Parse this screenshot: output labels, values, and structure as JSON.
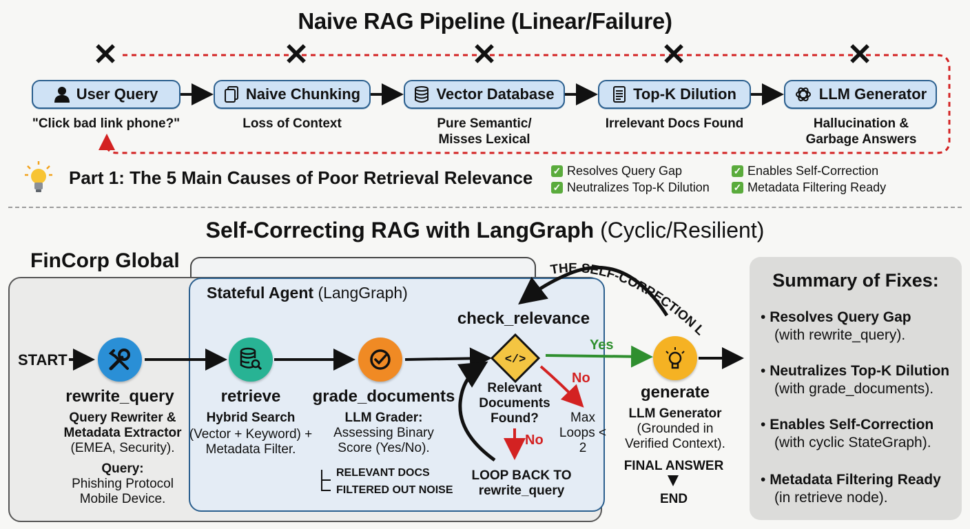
{
  "top": {
    "title": "Naive RAG Pipeline (Linear/Failure)",
    "stages": [
      {
        "label": "User Query",
        "icon": "person-icon",
        "caption": "\"Click bad link phone?\""
      },
      {
        "label": "Naive Chunking",
        "icon": "documents-icon",
        "caption": "Loss of Context"
      },
      {
        "label": "Vector Database",
        "icon": "database-icon",
        "caption": "Pure Semantic/ Misses Lexical"
      },
      {
        "label": "Top-K Dilution",
        "icon": "document-list-icon",
        "caption": "Irrelevant Docs Found"
      },
      {
        "label": "LLM Generator",
        "icon": "openai-knot-icon",
        "caption": "Hallucination & Garbage Answers"
      }
    ],
    "part1": "Part 1: The 5 Main Causes of Poor Retrieval Relevance",
    "checks": [
      "Resolves Query Gap",
      "Neutralizes Top-K Dilution",
      "Enables Self-Correction",
      "Metadata Filtering Ready"
    ]
  },
  "bottom": {
    "title_bold": "Self-Correcting RAG with LangGraph",
    "title_regular": "(Cyclic/Resilient)",
    "org": "FinCorp Global",
    "agent_bold": "Stateful Agent",
    "agent_regular": "(LangGraph)",
    "start": "START",
    "loop_label": "THE SELF-CORRECTION LOOP",
    "nodes": {
      "rewrite": {
        "name": "rewrite_query",
        "desc_bold": "Query Rewriter & Metadata Extractor",
        "desc": "(EMEA, Security).",
        "query_label": "Query:",
        "query": "Phishing Protocol Mobile Device."
      },
      "retrieve": {
        "name": "retrieve",
        "desc_bold": "Hybrid Search",
        "desc": "(Vector + Keyword) + Metadata Filter."
      },
      "grade": {
        "name": "grade_documents",
        "desc_bold": "LLM Grader:",
        "desc": "Assessing Binary Score (Yes/No).",
        "out1": "RELEVANT DOCS",
        "out2": "FILTERED OUT NOISE"
      },
      "check": {
        "name": "check_relevance",
        "question": "Relevant Documents Found?",
        "yes": "Yes",
        "no1": "No",
        "no2": "No",
        "max_loops": "Max Loops < 2",
        "loop_back": "LOOP BACK TO rewrite_query"
      },
      "generate": {
        "name": "generate",
        "desc_bold": "LLM Generator",
        "desc": "(Grounded in Verified Context).",
        "final": "FINAL ANSWER",
        "end": "END"
      }
    },
    "summary": {
      "title": "Summary of Fixes:",
      "items": [
        {
          "bold": "Resolves Query Gap",
          "sub": "(with rewrite_query)."
        },
        {
          "bold": "Neutralizes Top-K Dilution",
          "sub": "(with grade_documents)."
        },
        {
          "bold": "Enables Self-Correction",
          "sub": "(with cyclic StateGraph)."
        },
        {
          "bold": "Metadata Filtering Ready",
          "sub": "(in retrieve node)."
        }
      ]
    }
  },
  "colors": {
    "stage_fill": "#cfe2f5",
    "stage_border": "#2b5f8e",
    "fail_red": "#d32222",
    "yes_green": "#2f8f2f",
    "rewrite_blue": "#2a8fd6",
    "retrieve_teal": "#28b394",
    "grade_orange": "#f08a24",
    "decision_yellow": "#f4c542",
    "generate_yellow": "#f5b223",
    "check_green": "#5aab3c"
  }
}
